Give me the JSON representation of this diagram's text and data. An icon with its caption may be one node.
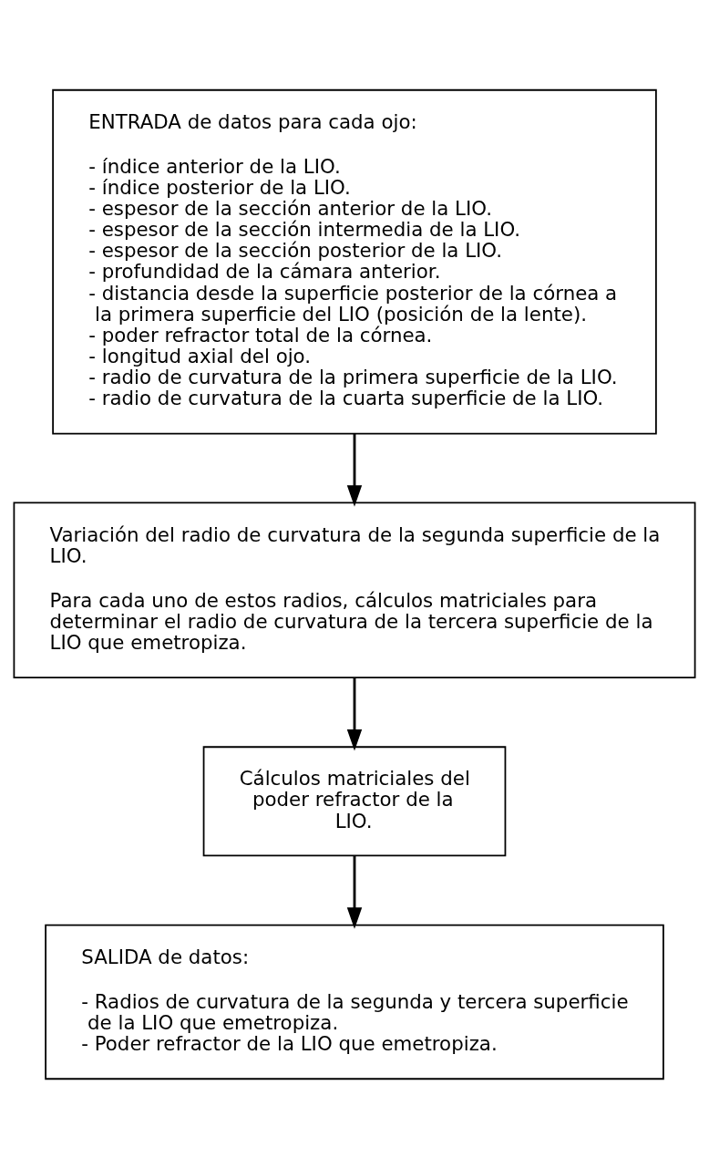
{
  "diagram": {
    "nodes": [
      {
        "text": [
          "ENTRADA de datos para cada ojo:",
          "- índice anterior de la LIO.",
          "- índice posterior de la LIO.",
          "- espesor de la sección anterior de la LIO.",
          "- espesor de la sección intermedia de la LIO.",
          "- espesor de la sección posterior de la LIO.",
          "- profundidad de la cámara anterior.",
          "- distancia desde la superficie posterior de la córnea a la primera superficie del LIO (posición de la lente).",
          "- poder refractor total de la córnea.",
          "- longitud axial del ojo.",
          "- radio de curvatura de la primera superficie de la LIO.",
          "- radio de curvatura de la cuarta superficie de la LIO."
        ]
      },
      {
        "text": [
          "Variación del radio de curvatura de la segunda superficie de la LIO.",
          "Para cada uno de estos radios, cálculos matriciales para determinar el radio de curvatura de la tercera superficie de la LIO que emetropiza."
        ]
      },
      {
        "text": [
          "Cálculos matriciales del poder refractor de la LIO."
        ]
      },
      {
        "text": [
          "SALIDA de datos:",
          "- Radios de curvatura de la segunda y tercera superficie de la LIO que emetropiza.",
          "- Poder refractor de la LIO que emetropiza."
        ]
      }
    ],
    "edges": [
      {
        "from": 0,
        "to": 1,
        "arrow": "to"
      },
      {
        "from": 1,
        "to": 2,
        "arrow": "to"
      },
      {
        "from": 2,
        "to": 3,
        "arrow": "to"
      }
    ]
  }
}
